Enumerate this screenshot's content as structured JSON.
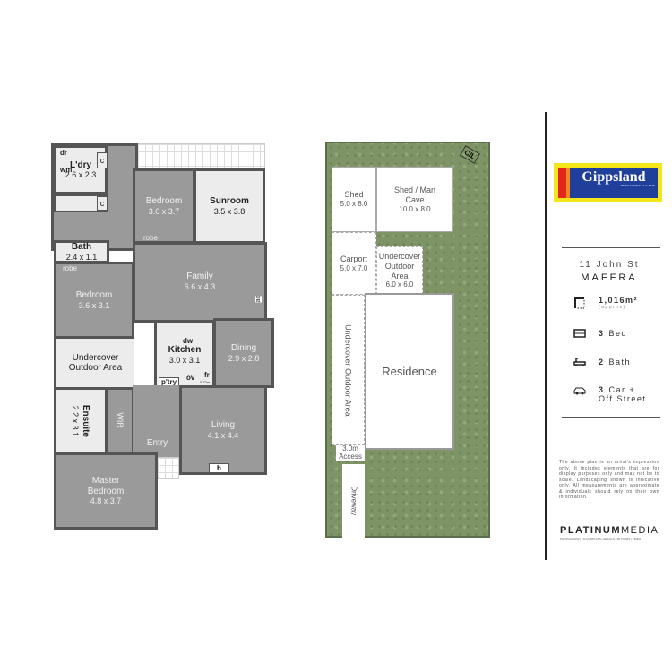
{
  "floor_plan": {
    "rooms": {
      "laundry": {
        "name": "L'dry",
        "size": "2.6 x 2.3"
      },
      "bedroom1": {
        "name": "Bedroom",
        "size": "3.0 x 3.7"
      },
      "sunroom": {
        "name": "Sunroom",
        "size": "3.5 x 3.8"
      },
      "bath": {
        "name": "Bath",
        "size": "2.4 x 1.1"
      },
      "bedroom2": {
        "name": "Bedroom",
        "size": "3.6 x 3.1"
      },
      "family": {
        "name": "Family",
        "size": "6.6 x 4.3"
      },
      "kitchen": {
        "name": "Kitchen",
        "size": "3.0 x 3.1"
      },
      "dining": {
        "name": "Dining",
        "size": "2.9 x 2.8"
      },
      "undercover": {
        "name": "Undercover Outdoor Area"
      },
      "ensuite": {
        "name": "Ensuite",
        "size": "2.2 x 3.1"
      },
      "entry": {
        "name": "Entry"
      },
      "living": {
        "name": "Living",
        "size": "4.1 x 4.4"
      },
      "master": {
        "name": "Master Bedroom",
        "size": "4.8 x 3.7"
      }
    },
    "labels": {
      "dr": "dr",
      "wm": "wm",
      "c": "c",
      "robe": "robe",
      "ac": "ac",
      "dw": "dw",
      "ptry": "p'try",
      "ov": "ov",
      "fr": "fr",
      "fr_size": "0.72m",
      "wir": "WIR",
      "h": "h"
    }
  },
  "site_plan": {
    "shed": {
      "name": "Shed",
      "size": "5.0 x 8.0"
    },
    "man_cave": {
      "name": "Shed / Man Cave",
      "size": "10.0 x 8.0"
    },
    "carport": {
      "name": "Carport",
      "size": "5.0 x 7.0"
    },
    "outdoor": {
      "name": "Undercover Outdoor Area",
      "size": "6.0 x 6.0"
    },
    "residence": "Residence",
    "side_outdoor": "Undercover Outdoor Area",
    "access": "3.0m Access",
    "driveway": "Driveway",
    "cl": "C/L"
  },
  "info": {
    "logo": {
      "name": "Gippsland",
      "sub": "REAL ESTATE PTY. LTD.",
      "colors": {
        "yellow": "#f5e61a",
        "blue": "#1f3f9a",
        "red": "#e1261c",
        "orange": "#f08a1c"
      }
    },
    "address": "11 John St",
    "suburb": "MAFFRA",
    "land": {
      "value": "1,016m²",
      "note": "(approx)"
    },
    "bed": {
      "count": "3",
      "label": "Bed"
    },
    "bath": {
      "count": "2",
      "label": "Bath"
    },
    "car": {
      "count": "3",
      "label": "Car +",
      "extra": "Off Street"
    },
    "disclaimer": "The above plan is an artist's impression only. It includes elements that are for display purposes only and may not be to scale. Landscaping shown is indicative only. All measurements are approximate & individuals should rely on their own information.",
    "brand": {
      "bold": "PLATINUM",
      "light": "MEDIA",
      "tagline": "PHOTOGRAPHY | FLOORPLANS | AERIALS | 3D TOURS | VIDEO"
    }
  }
}
